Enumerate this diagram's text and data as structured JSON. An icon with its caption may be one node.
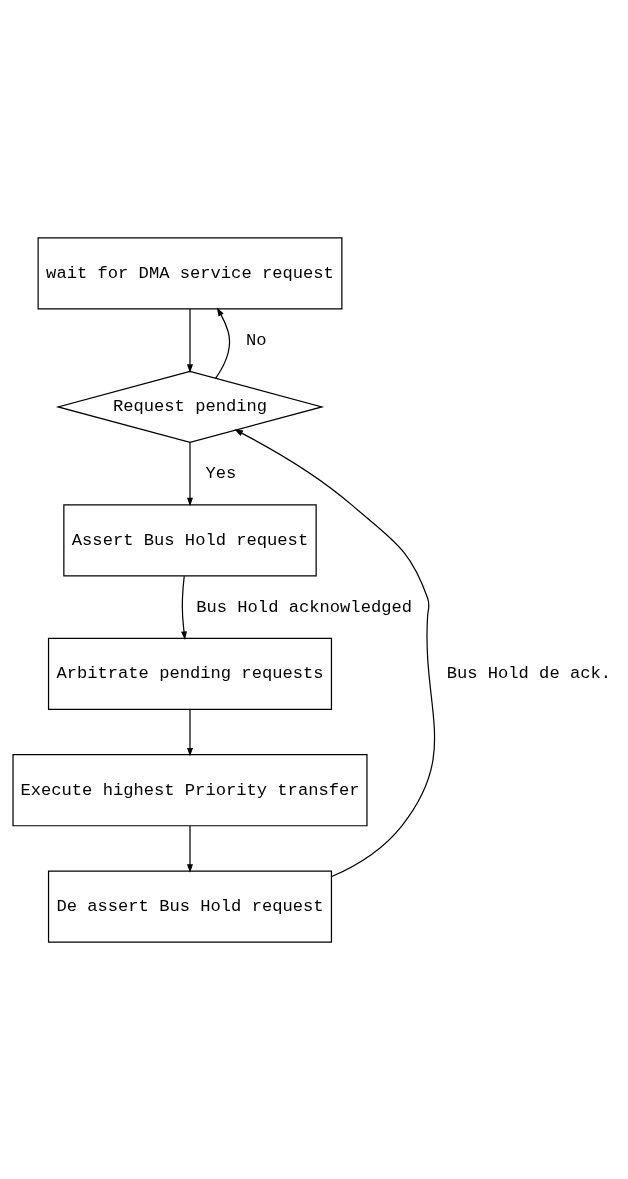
{
  "diagram": {
    "nodes": [
      {
        "text": [
          "wait for DMA service request"
        ]
      },
      {
        "text": [
          "Request pending"
        ]
      },
      {
        "text": [
          "Assert Bus Hold request"
        ]
      },
      {
        "text": [
          "Arbitrate pending requests"
        ]
      },
      {
        "text": [
          "Execute highest Priority transfer"
        ]
      },
      {
        "text": [
          "De assert Bus Hold request"
        ]
      }
    ],
    "edges": [
      {
        "from": 0,
        "to": 1,
        "arrow": "to"
      },
      {
        "from": 1,
        "to": 0,
        "arrow": "to",
        "label": "No"
      },
      {
        "from": 1,
        "to": 2,
        "arrow": "to",
        "label": "Yes"
      },
      {
        "from": 2,
        "to": 3,
        "arrow": "to",
        "label": "Bus Hold acknowledged"
      },
      {
        "from": 3,
        "to": 4,
        "arrow": "to"
      },
      {
        "from": 4,
        "to": 5,
        "arrow": "to"
      },
      {
        "from": 5,
        "to": 1,
        "arrow": "to",
        "label": "Bus Hold de ack."
      }
    ]
  }
}
